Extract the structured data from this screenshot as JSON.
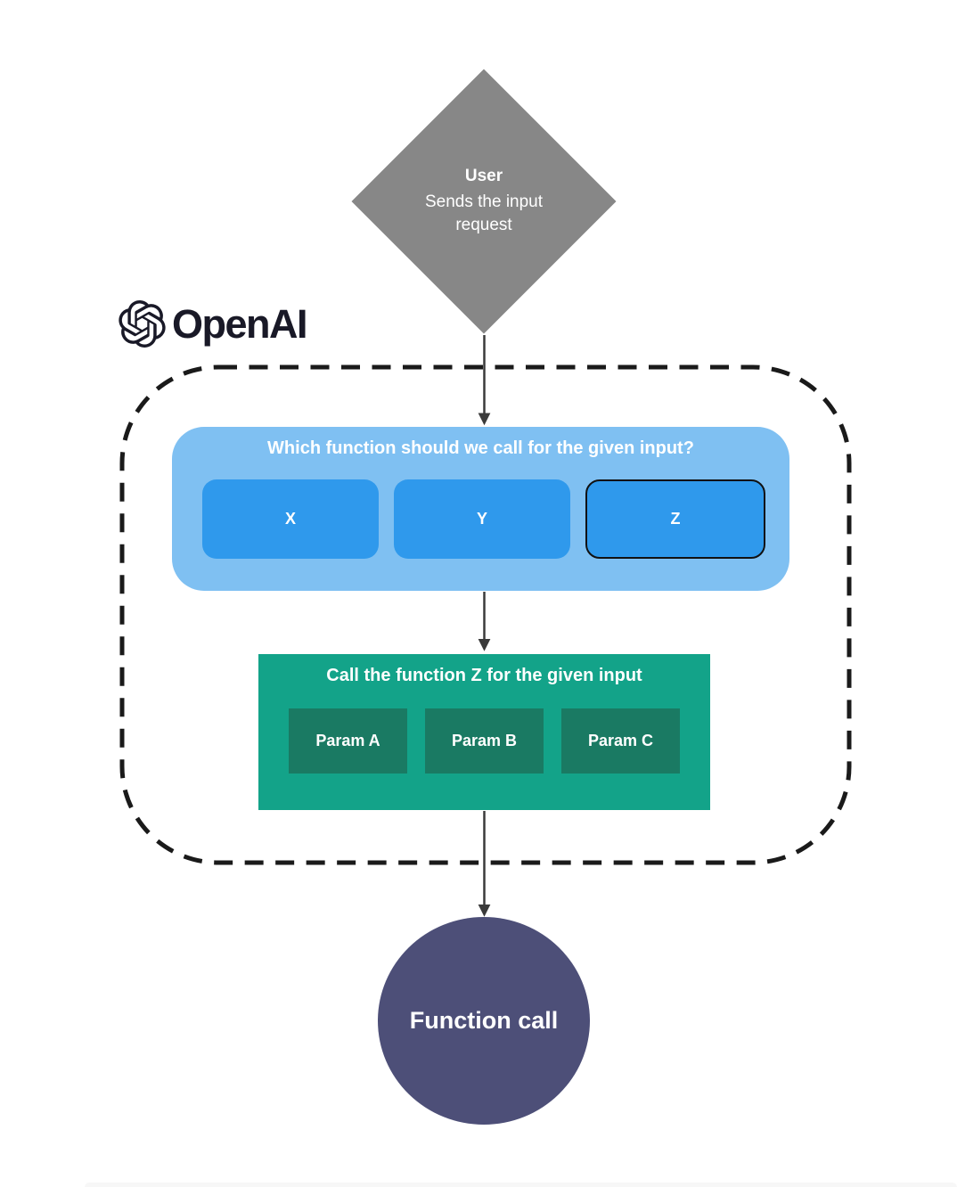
{
  "logo": {
    "text": "OpenAI",
    "icon": "openai-logo-icon"
  },
  "user_node": {
    "title": "User",
    "subtitle": "Sends the input request"
  },
  "selector": {
    "title": "Which function should we call for the given input?",
    "options": [
      {
        "label": "X",
        "selected": false
      },
      {
        "label": "Y",
        "selected": false
      },
      {
        "label": "Z",
        "selected": true
      }
    ]
  },
  "call_box": {
    "title": "Call the function Z for the given input",
    "params": [
      "Param A",
      "Param B",
      "Param C"
    ]
  },
  "result_node": {
    "label": "Function call"
  },
  "colors": {
    "diamond_gray": "#878787",
    "selector_bg": "#7FC0F2",
    "option_blue": "#2F99EC",
    "selected_option_border": "#111111",
    "call_bg": "#13A389",
    "param_bg": "#1A7A63",
    "result_circle": "#4D4F78",
    "arrow": "#3A3A3A",
    "dashed_border": "#1A1A1A",
    "logo_black": "#191927",
    "text_white": "#FFFFFF"
  }
}
